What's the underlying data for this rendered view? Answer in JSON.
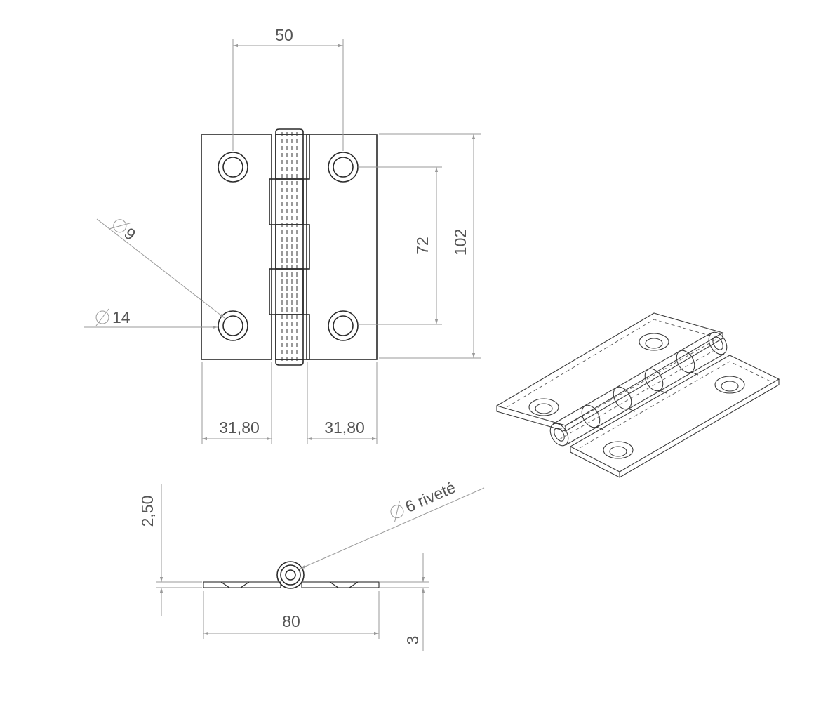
{
  "dimensions": {
    "hole_spacing_width": "50",
    "hole_spacing_height": "72",
    "overall_height": "102",
    "countersink_diameter": "9",
    "hole_diameter": "14",
    "leaf_width_left": "31,80",
    "leaf_width_right": "31,80",
    "knuckle_thickness": "2,50",
    "pin_label": "6 riveté",
    "overall_width": "80",
    "leaf_thickness": "3"
  },
  "colors": {
    "outline": "#2a2a2a",
    "dimension": "#9a9a9a",
    "text": "#555555"
  }
}
